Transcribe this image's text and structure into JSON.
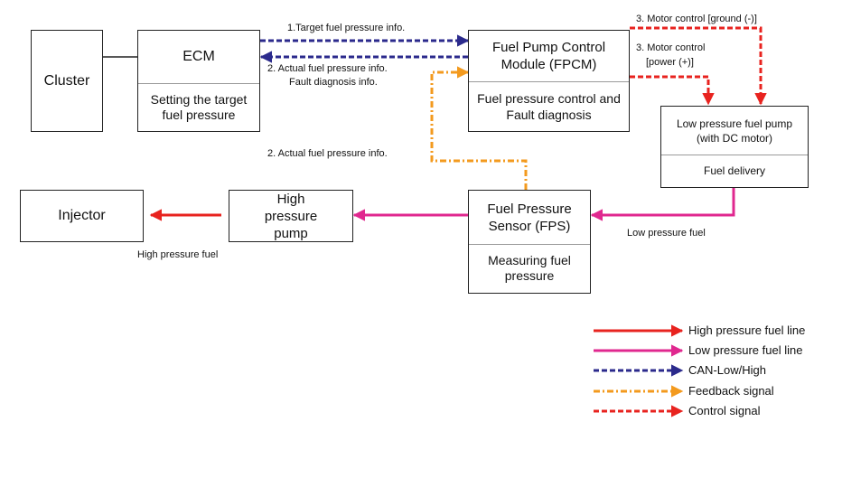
{
  "nodes": {
    "cluster": {
      "title": "Cluster"
    },
    "ecm": {
      "title": "ECM",
      "subtitle": "Setting the target fuel pressure"
    },
    "fpcm": {
      "title": "Fuel Pump Control Module (FPCM)",
      "subtitle": "Fuel pressure control and Fault diagnosis"
    },
    "lp_pump": {
      "title": "Low pressure fuel pump (with DC motor)",
      "subtitle": "Fuel delivery"
    },
    "injector": {
      "title": "Injector"
    },
    "hp_pump": {
      "title": "High pressure pump"
    },
    "fps": {
      "title": "Fuel Pressure Sensor (FPS)",
      "subtitle": "Measuring fuel pressure"
    }
  },
  "labels": {
    "target_info": "1.Target fuel pressure info.",
    "actual_info_1": "2. Actual  fuel pressure info.",
    "fault_info": "Fault diagnosis info.",
    "actual_info_2": "2. Actual  fuel pressure info.",
    "motor_ground": "3. Motor control [ground (-)]",
    "motor_power_1": "3. Motor control",
    "motor_power_2": "[power (+)]",
    "lp_fuel": "Low pressure fuel",
    "hp_fuel": "High pressure fuel"
  },
  "legend": [
    {
      "label": "High pressure fuel line",
      "color": "#e8231f",
      "style": "solid"
    },
    {
      "label": "Low pressure fuel line",
      "color": "#e0288f",
      "style": "solid"
    },
    {
      "label": "CAN-Low/High",
      "color": "#2b2a8c",
      "style": "dashed"
    },
    {
      "label": "Feedback signal",
      "color": "#f39a1e",
      "style": "dashdot"
    },
    {
      "label": "Control signal",
      "color": "#e8231f",
      "style": "dashed"
    }
  ]
}
